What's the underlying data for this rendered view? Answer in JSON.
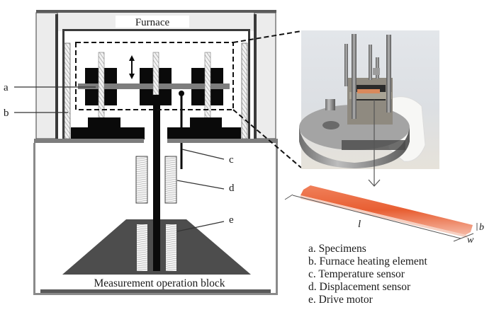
{
  "figure": {
    "furnace_label": "Furnace",
    "block_label": "Measurement operation block",
    "callouts": {
      "a": "a",
      "b": "b",
      "c": "c",
      "d": "d",
      "e": "e"
    },
    "dimensions": {
      "length": "l",
      "width": "w",
      "thickness": "b"
    },
    "legend": [
      "a. Specimens",
      "b. Furnace heating element",
      "c. Temperature sensor",
      "d. Displacement sensor",
      "e. Drive motor"
    ],
    "colors": {
      "specimen": "#e8613a",
      "wall": "#8a8a8a",
      "insulation": "#ececec",
      "solid": "#0a0a0a",
      "base": "#4d4d4d"
    }
  }
}
